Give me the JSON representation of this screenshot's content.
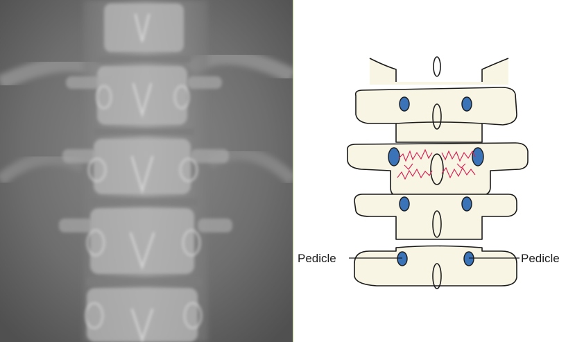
{
  "figure": {
    "left_panel": "radiograph",
    "right_panel": "diagram"
  },
  "diagram": {
    "labels": {
      "pedicle_left": "Pedicle",
      "pedicle_right": "Pedicle"
    },
    "colors": {
      "bone_fill": "#f8f5e4",
      "outline": "#1a1a1a",
      "pedicle_fill": "#3b73b9",
      "fracture_line": "#d6194f",
      "panel_border": "#b9cf8a"
    }
  }
}
